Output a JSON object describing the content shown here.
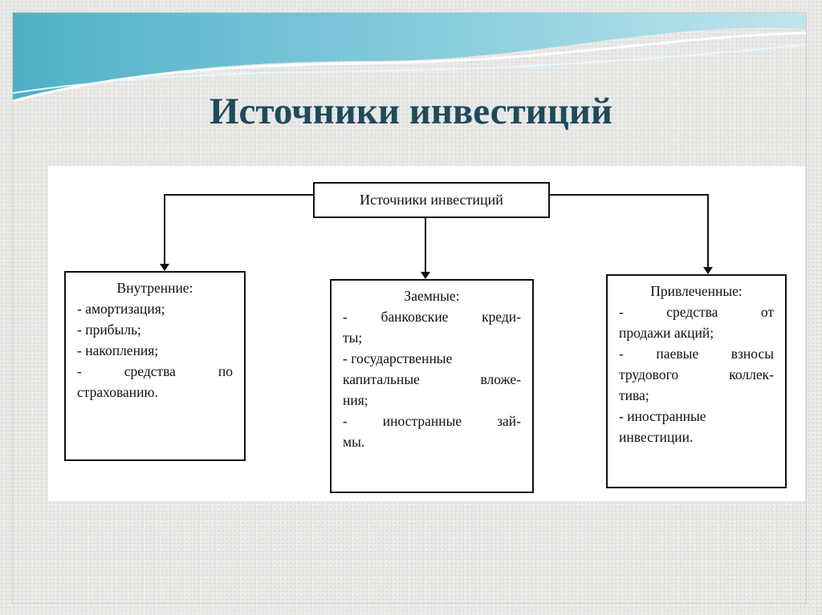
{
  "slide_title": "Источники инвестиций",
  "diagram": {
    "root": "Источники инвестиций",
    "boxes": [
      {
        "header": "Внутренние:",
        "lines": [
          "- амортизация;",
          "- прибыль;",
          "- накопления;",
          "- средства по",
          "страхованию."
        ]
      },
      {
        "header": "Заемные:",
        "lines": [
          "- банковские креди-",
          "ты;",
          "- государственные",
          "капитальные вложе-",
          "ния;",
          "- иностранные зай-",
          "мы."
        ]
      },
      {
        "header": "Привлеченные:",
        "lines": [
          "- средства от",
          "продажи акций;",
          "- паевые взносы",
          "трудового коллек-",
          "тива;",
          "- иностранные",
          "инвестиции."
        ]
      }
    ]
  },
  "colors": {
    "title": "#1f4a5c",
    "wave": "#5fb8cf"
  }
}
